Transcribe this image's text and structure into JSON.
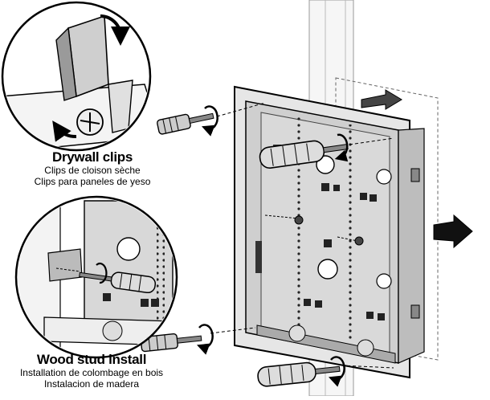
{
  "drywall": {
    "title": "Drywall clips",
    "line_fr": "Clips de cloison sèche",
    "line_es": "Clips para paneles de yeso"
  },
  "wood_stud": {
    "title": "Wood stud install",
    "line_fr": "Installation de colombage en bois",
    "line_es": "Instalacion de madera"
  },
  "icons": [
    "screwdriver-icon",
    "rotation-arrow-icon",
    "direction-arrow-icon",
    "enclosure-box-icon",
    "drywall-clip-icon"
  ],
  "colors": {
    "line": "#000000",
    "box_fill": "#dcdcdc",
    "box_inner": "#c8c8c8",
    "wall": "#f2f2f2"
  }
}
